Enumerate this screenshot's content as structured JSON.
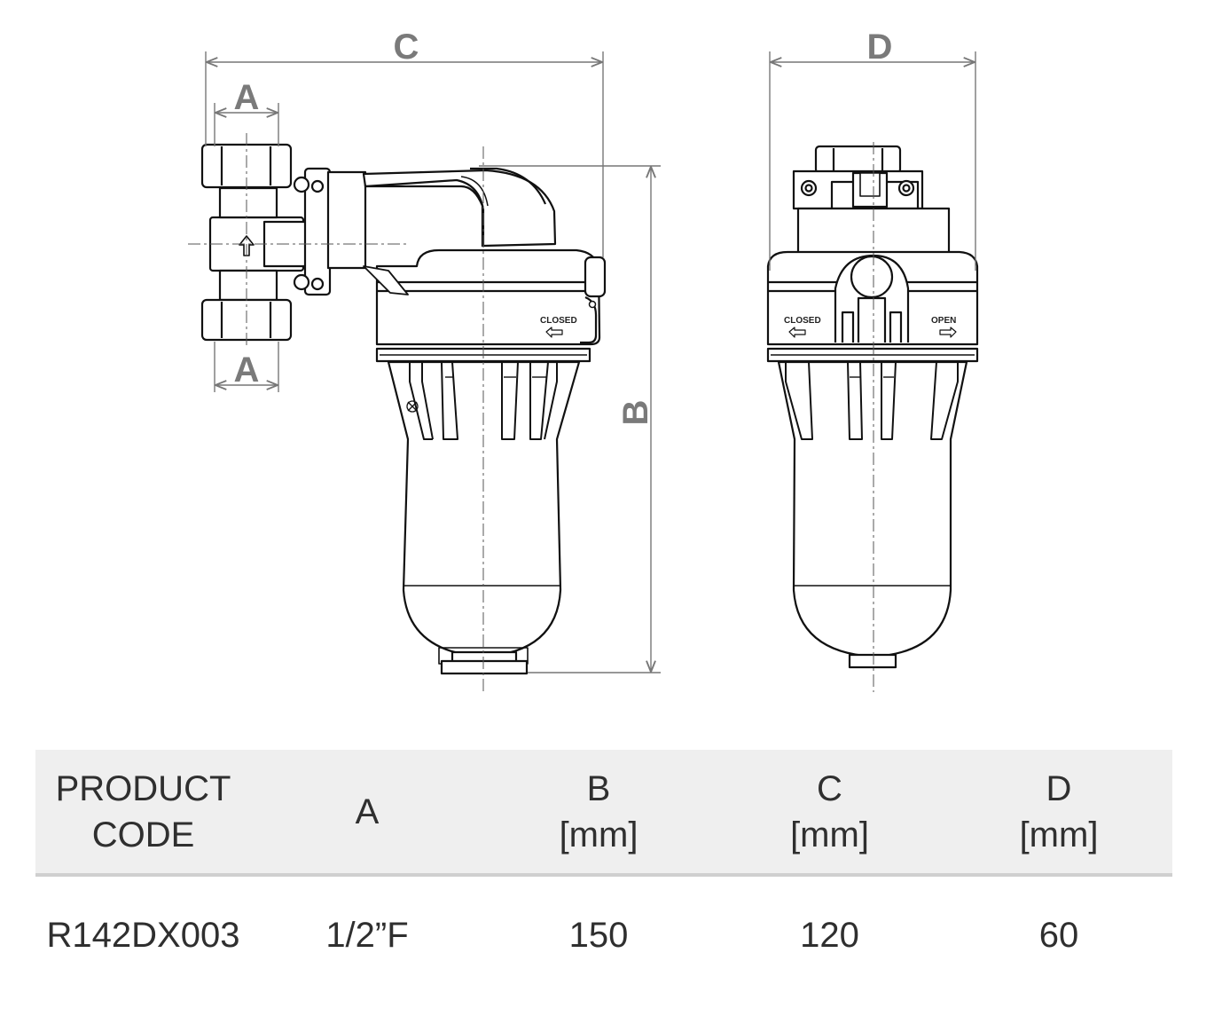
{
  "drawing": {
    "dimension_letters": {
      "a_top": "A",
      "a_bottom": "A",
      "b": "B",
      "c": "C",
      "d": "D"
    },
    "labels": {
      "side_closed": "CLOSED",
      "front_closed": "CLOSED",
      "front_open": "OPEN"
    }
  },
  "table": {
    "headers": {
      "code": [
        "PRODUCT",
        "CODE"
      ],
      "a": [
        "A"
      ],
      "b": [
        "B",
        "[mm]"
      ],
      "c": [
        "C",
        "[mm]"
      ],
      "d": [
        "D",
        "[mm]"
      ]
    },
    "rows": [
      {
        "code": "R142DX003",
        "a": "1/2”F",
        "b": "150",
        "c": "120",
        "d": "60"
      }
    ]
  }
}
